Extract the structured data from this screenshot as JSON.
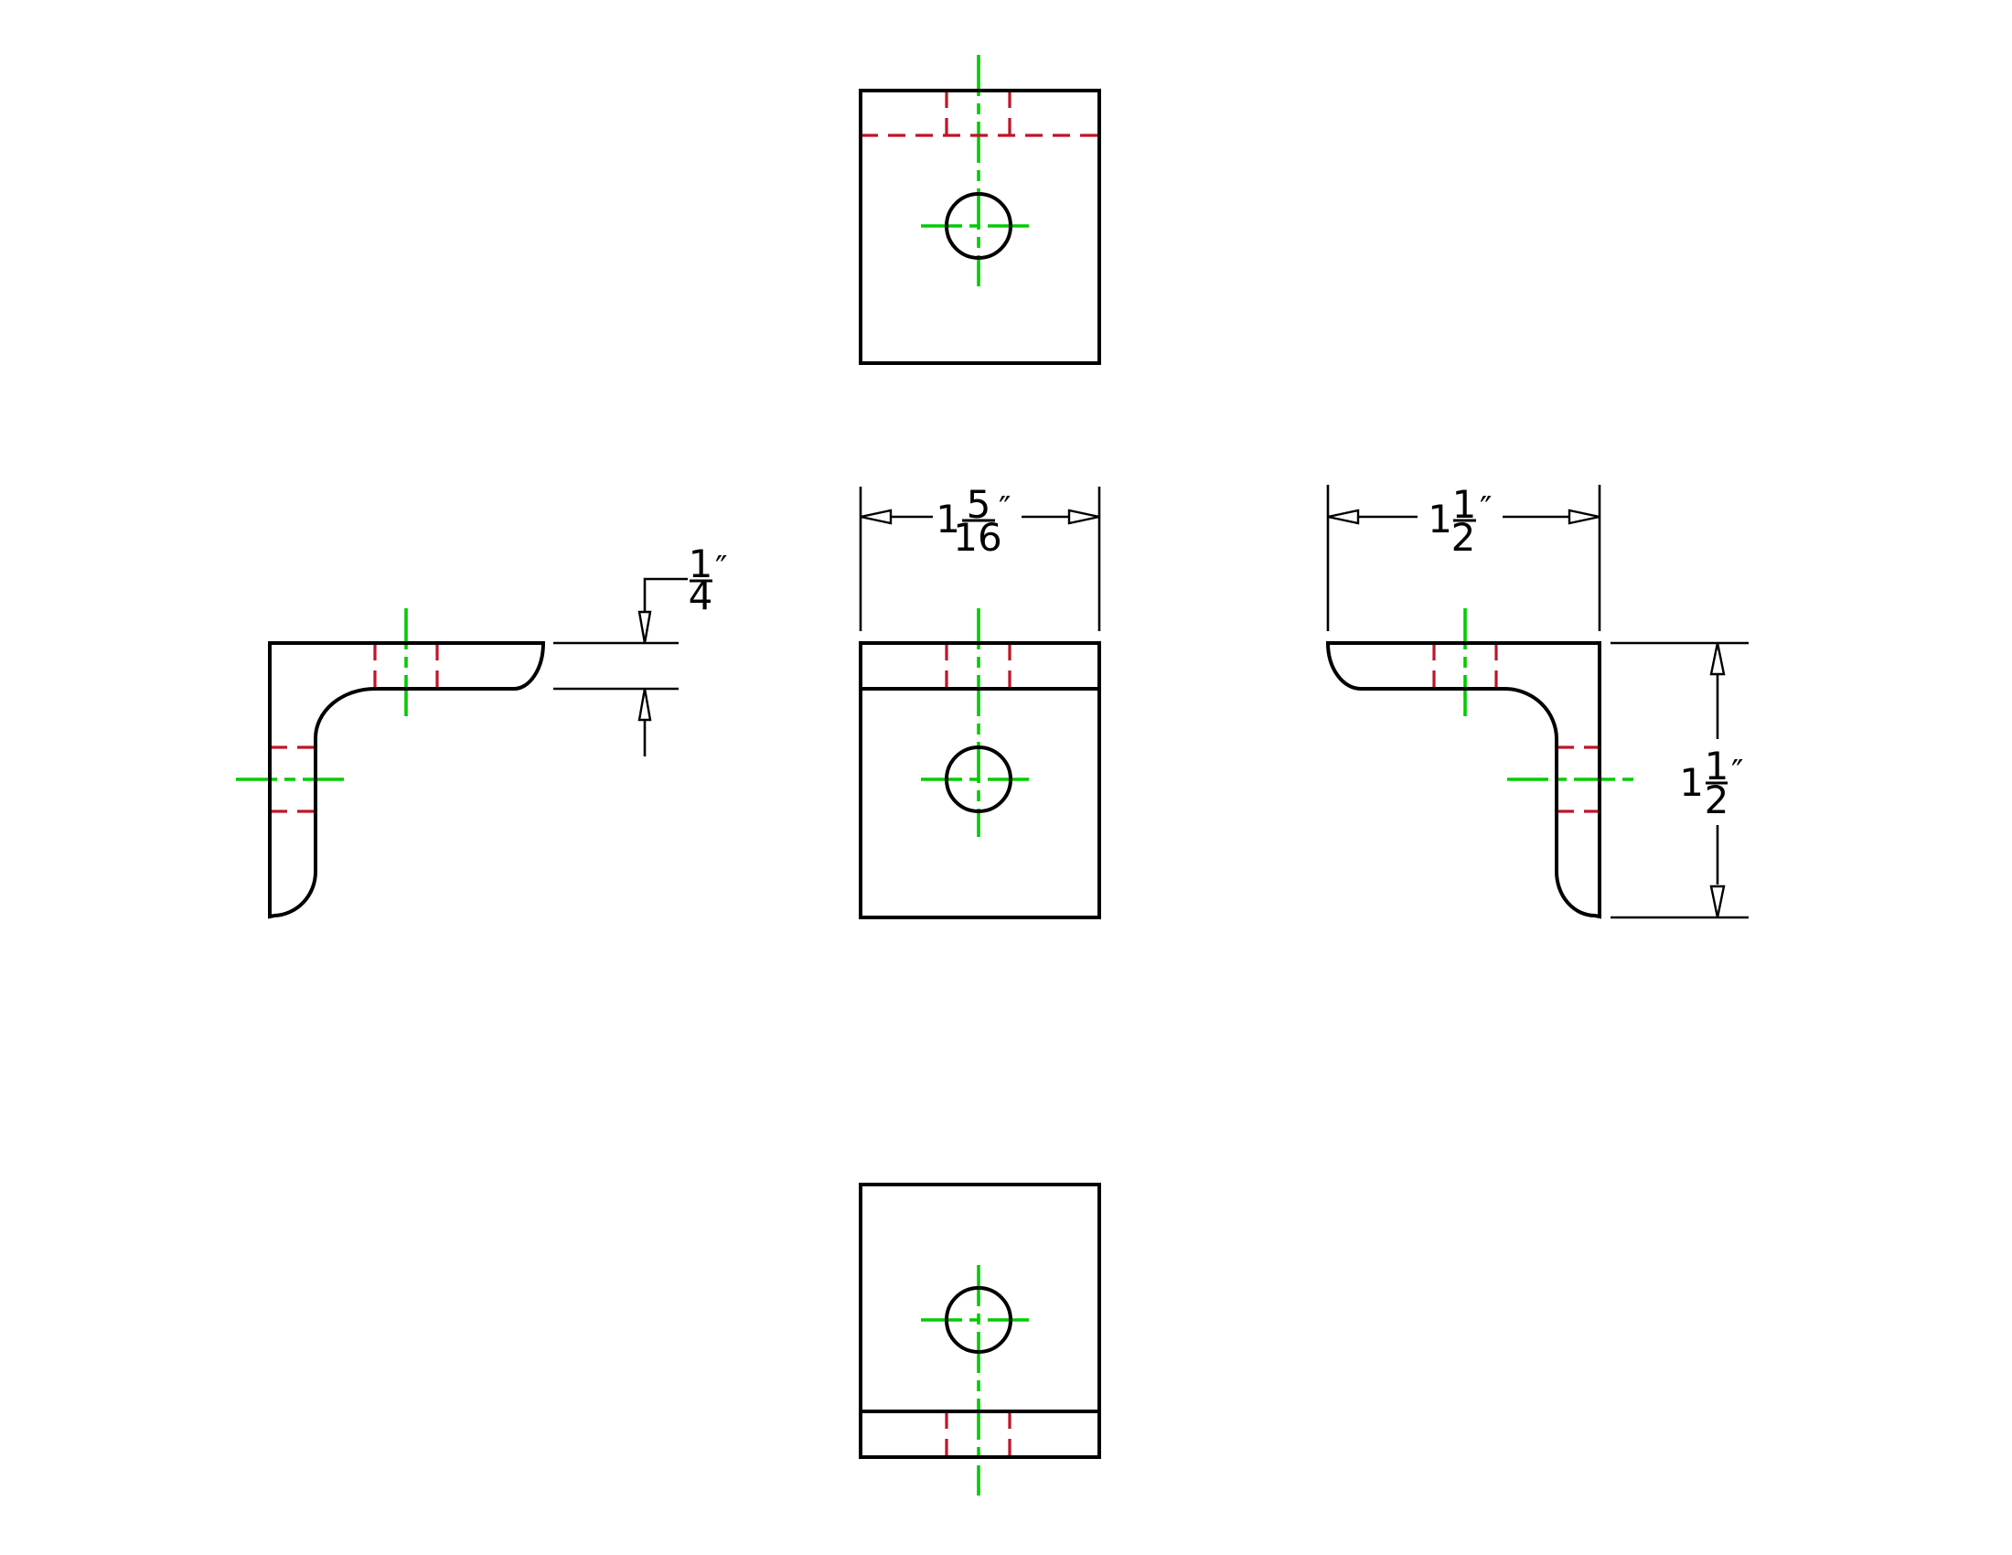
{
  "drawing": {
    "type": "orthographic multiview drawing of an L-shaped angle bracket with a hole in each leg",
    "colors": {
      "outline": "#000000",
      "hidden_line": "#c01428",
      "center_line": "#00cc00",
      "background": "#ffffff",
      "arrow_fill": "#ffffff"
    },
    "dimensions": {
      "front_width": {
        "display": "1 5/16″",
        "whole": "1",
        "numerator": "5",
        "denominator": "16",
        "unit": "″"
      },
      "thickness": {
        "display": "1/4″",
        "whole": "",
        "numerator": "1",
        "denominator": "4",
        "unit": "″"
      },
      "side_width": {
        "display": "1 1/2″",
        "whole": "1",
        "numerator": "1",
        "denominator": "2",
        "unit": "″"
      },
      "side_height": {
        "display": "1 1/2″",
        "whole": "1",
        "numerator": "1",
        "denominator": "2",
        "unit": "″"
      }
    }
  }
}
